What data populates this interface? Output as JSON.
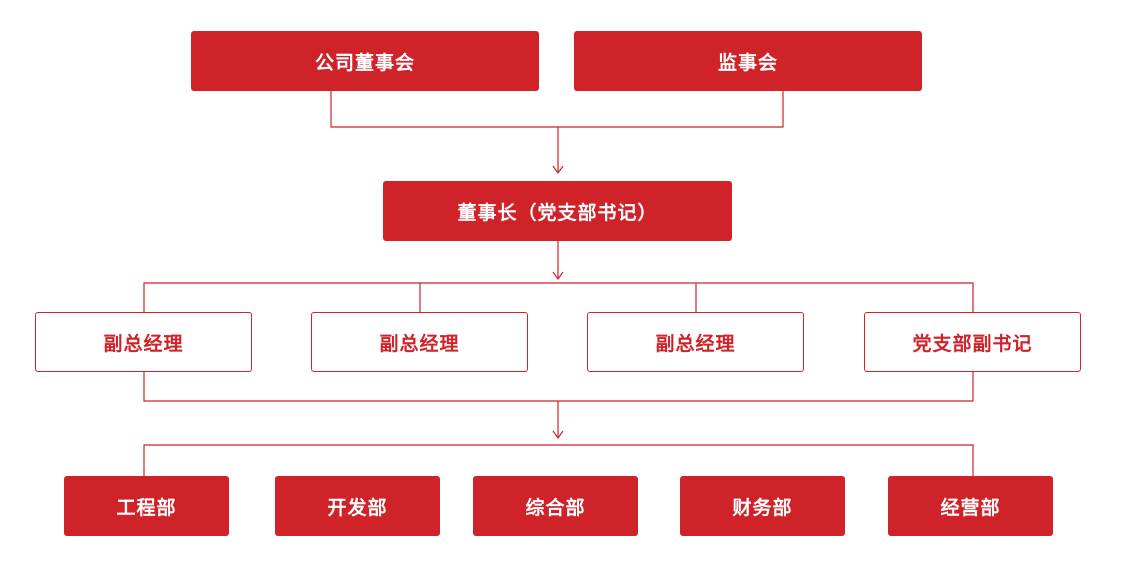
{
  "colors": {
    "accent": "#cf2229",
    "background": "#ffffff"
  },
  "boards": [
    {
      "label": "公司董事会"
    },
    {
      "label": "监事会"
    }
  ],
  "chairman": {
    "label": "董事长（党支部书记）"
  },
  "deputies": [
    {
      "label": "副总经理"
    },
    {
      "label": "副总经理"
    },
    {
      "label": "副总经理"
    },
    {
      "label": "党支部副书记"
    }
  ],
  "departments": [
    {
      "label": "工程部"
    },
    {
      "label": "开发部"
    },
    {
      "label": "综合部"
    },
    {
      "label": "财务部"
    },
    {
      "label": "经营部"
    }
  ]
}
